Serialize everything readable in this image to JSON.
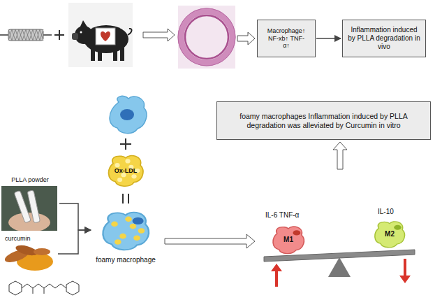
{
  "diagram": {
    "nodes": [
      {
        "text": [
          "Macrophage↑ NF-xb↑ TNF-α↑"
        ]
      },
      {
        "text": [
          "Inflammation induced by PLLA degradation in vivo"
        ]
      },
      {
        "text": [
          "foamy macrophages Inflammation induced by PLLA degradation was alleviated by Curcumin in vitro"
        ]
      },
      {
        "text": [
          "PLLA powder"
        ]
      },
      {
        "text": [
          "curcumin"
        ]
      },
      {
        "text": [
          "Ox-LDL"
        ]
      },
      {
        "text": [
          "foamy macrophage"
        ]
      },
      {
        "text": [
          "M1"
        ]
      },
      {
        "text": [
          "M2"
        ]
      }
    ],
    "edges": [
      {
        "from": 0,
        "to": 1,
        "arrow": "to"
      },
      {
        "from": 3,
        "to": 6,
        "arrow": "to"
      },
      {
        "from": 4,
        "to": 6,
        "arrow": "to"
      }
    ],
    "labels": [
      "IL-6 TNF-α",
      "IL-10"
    ]
  }
}
